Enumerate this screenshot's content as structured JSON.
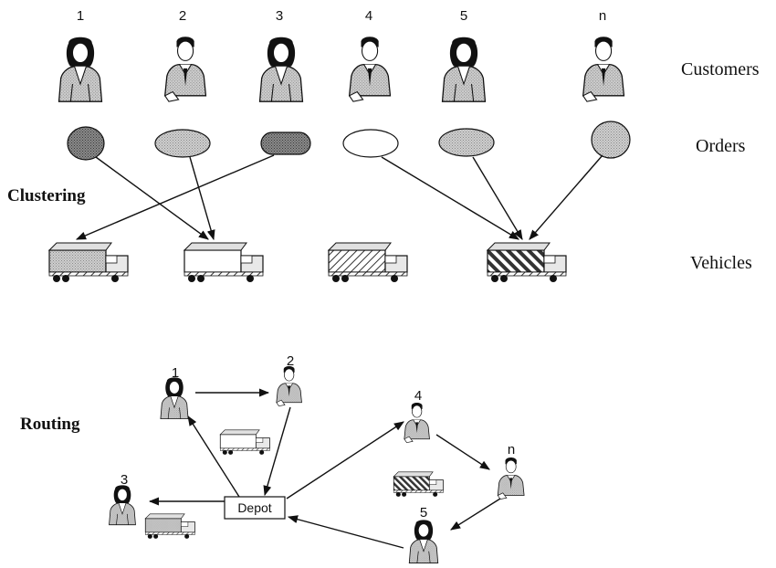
{
  "customer_numbers": [
    "1",
    "2",
    "3",
    "4",
    "5",
    "n"
  ],
  "row_labels": {
    "customers": "Customers",
    "orders": "Orders",
    "vehicles": "Vehicles"
  },
  "sections": {
    "clustering": "Clustering",
    "routing": "Routing"
  },
  "routing": {
    "stop_labels": [
      "1",
      "2",
      "3",
      "4",
      "n",
      "5"
    ],
    "depot_label": "Depot"
  }
}
